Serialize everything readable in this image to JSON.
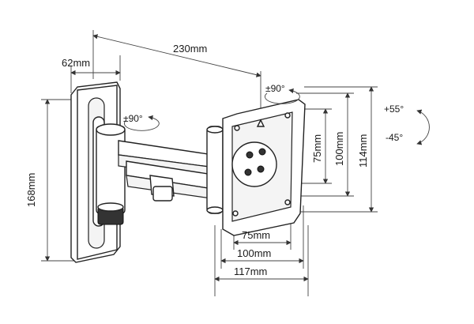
{
  "dimensions": {
    "overall_extension": "230mm",
    "wall_plate_depth": "62mm",
    "wall_plate_height": "168mm",
    "vesa_horizontal_inner": "75mm",
    "vesa_horizontal_outer": "100mm",
    "plate_width": "117mm",
    "vesa_vertical_inner": "75mm",
    "vesa_vertical_outer": "100mm",
    "plate_height": "114mm"
  },
  "rotation": {
    "arm_swivel": "±90°",
    "plate_swivel": "±90°",
    "tilt_up": "+55°",
    "tilt_down": "-45°"
  }
}
